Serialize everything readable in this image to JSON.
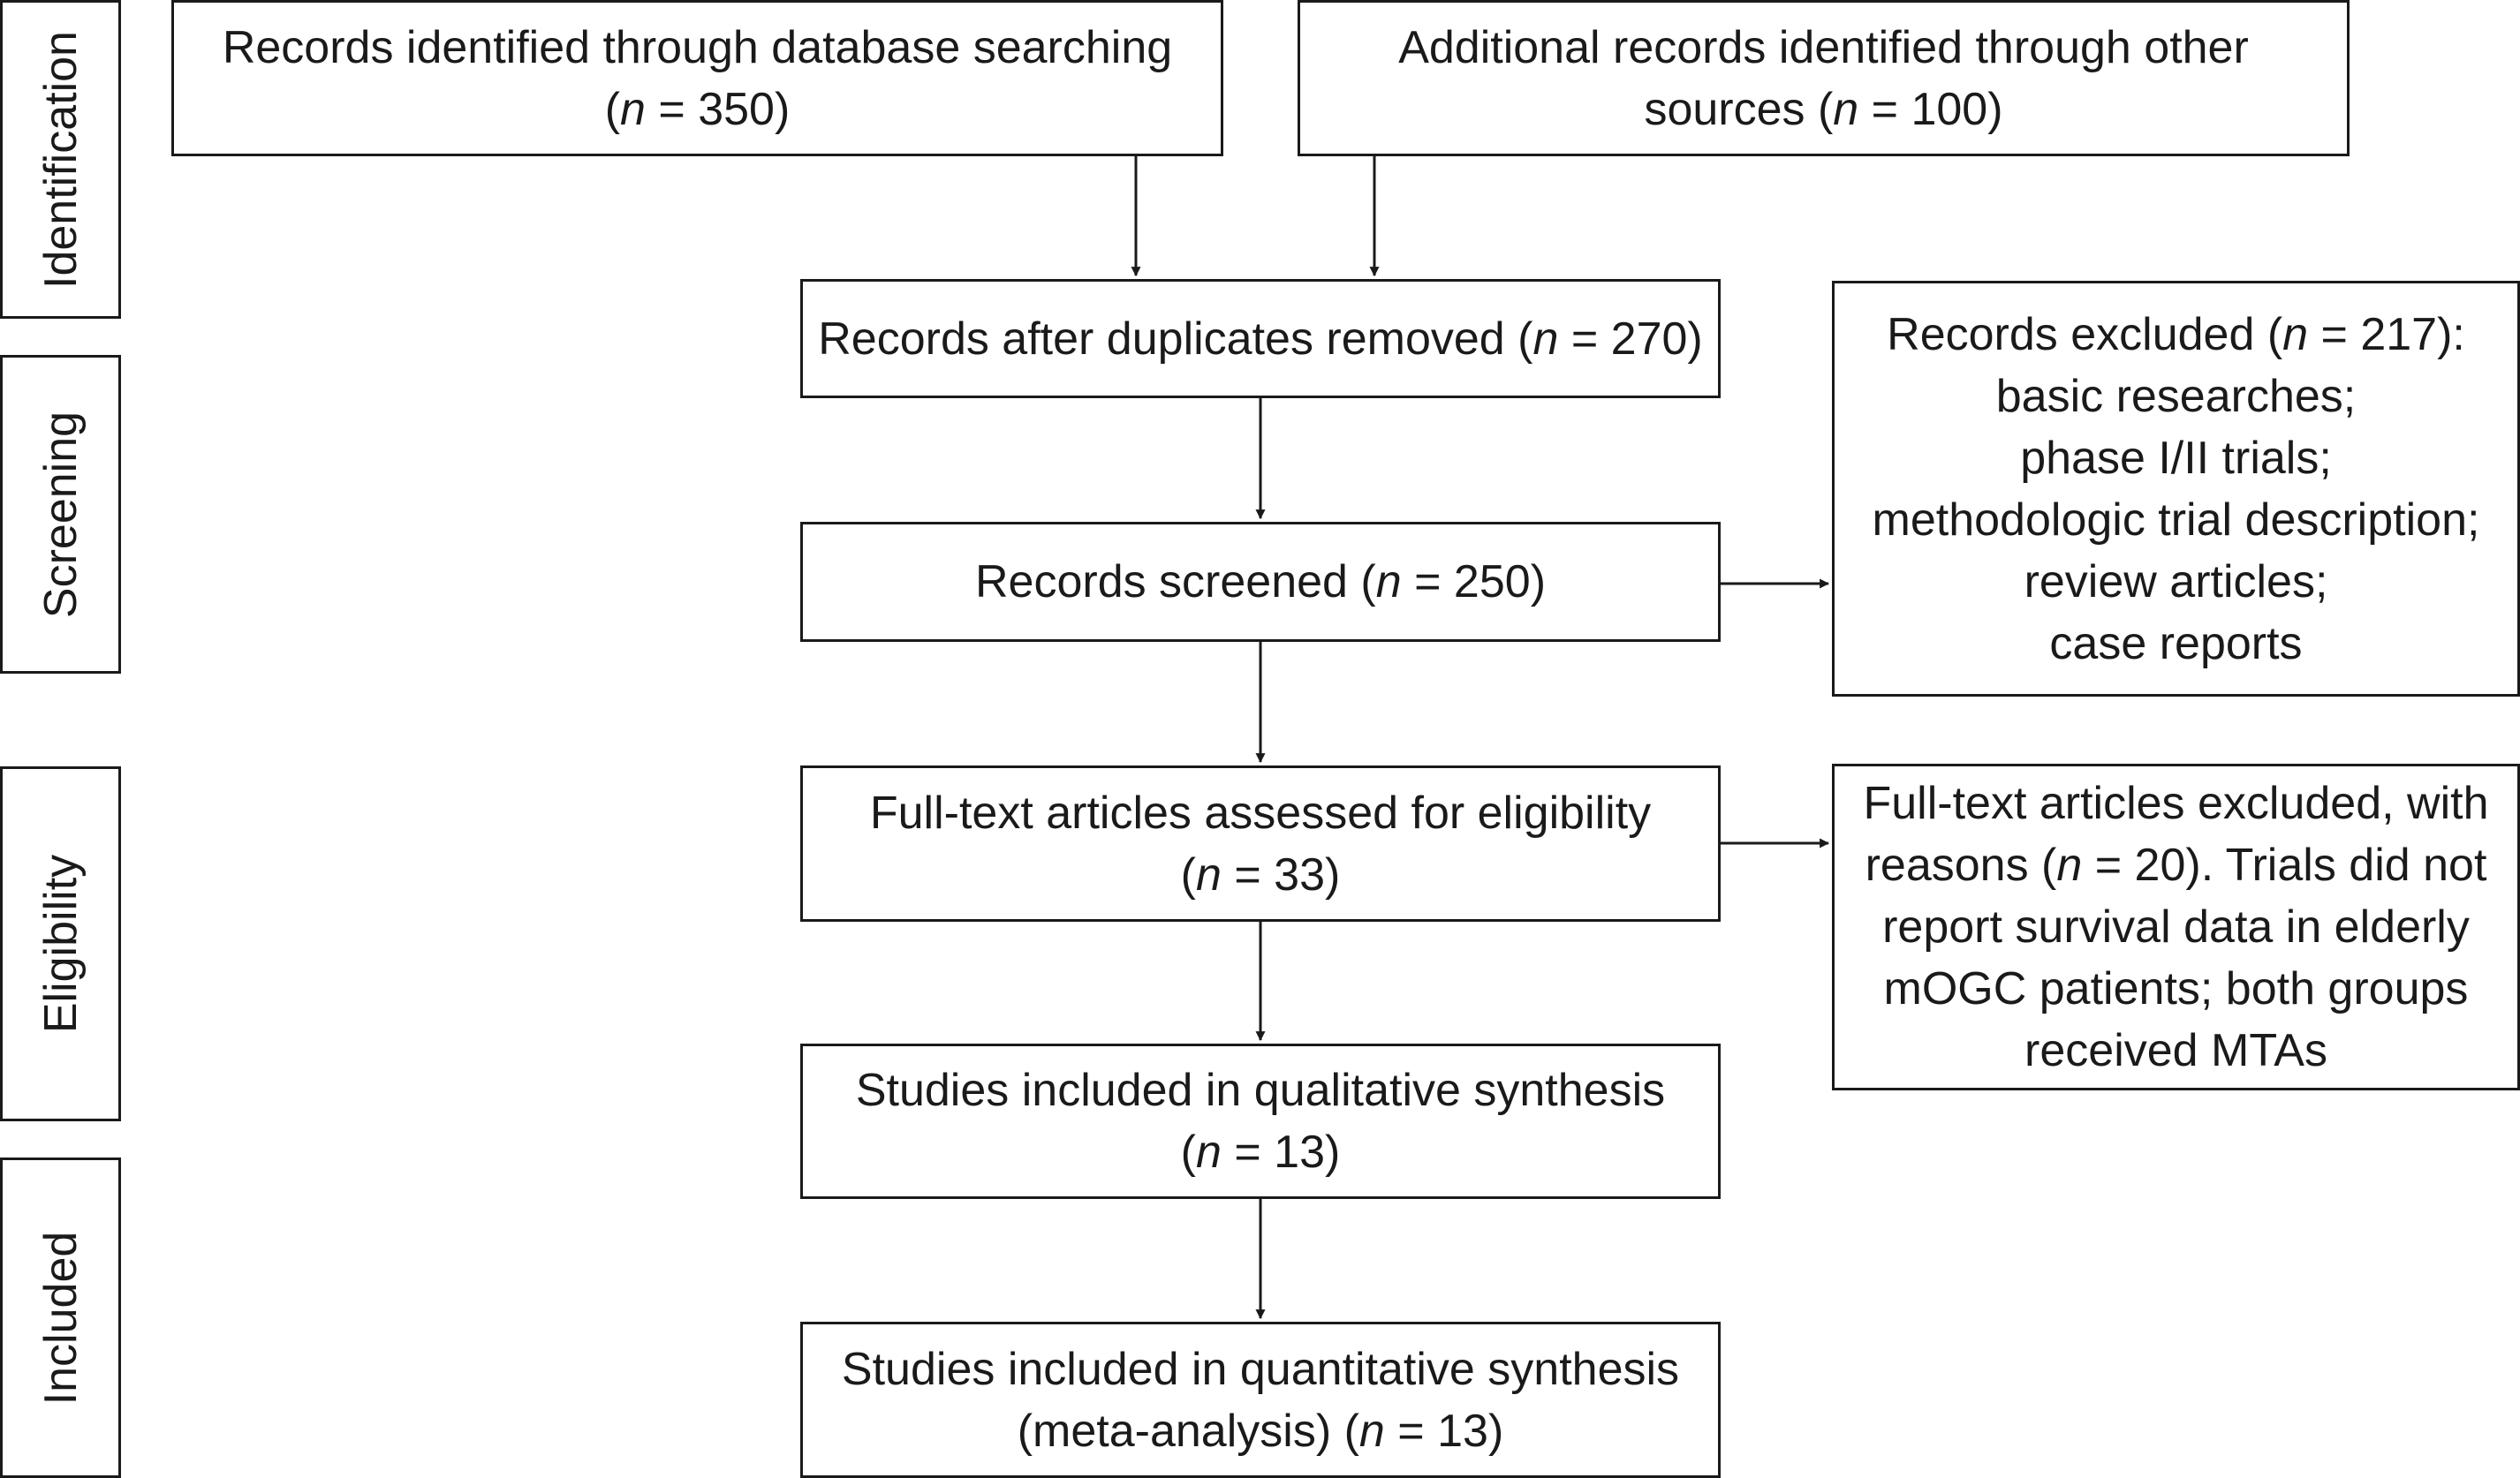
{
  "stages": {
    "identification": "Identification",
    "screening": "Screening",
    "eligibility": "Eligibility",
    "included": "Included"
  },
  "boxes": {
    "db_search": {
      "line1": "Records identified through database searching",
      "pre": "(",
      "n": "n",
      "post": " = 350)"
    },
    "other_sources": {
      "line1": "Additional records identified through other",
      "pre": "sources (",
      "n": "n",
      "post": " = 100)"
    },
    "duplicates_removed": {
      "pre": "Records after duplicates removed (",
      "n": "n",
      "post": " = 270)"
    },
    "screened": {
      "pre": "Records screened (",
      "n": "n",
      "post": " = 250)"
    },
    "excluded": {
      "pre": "Records excluded (",
      "n": "n",
      "post": " = 217):",
      "reasons": [
        "basic researches;",
        "phase I/II trials;",
        "methodologic trial description;",
        "review articles;",
        "case reports"
      ]
    },
    "full_text": {
      "line1": "Full-text articles assessed for eligibility",
      "pre": "(",
      "n": "n",
      "post": " = 33)"
    },
    "full_text_excluded": {
      "line1": "Full-text articles excluded, with",
      "pre": "reasons (",
      "n": "n",
      "post": " = 20). Trials did not",
      "lines": [
        "report survival data in elderly",
        "mOGC patients; both groups",
        "received MTAs"
      ]
    },
    "qualitative": {
      "line1": "Studies included in qualitative synthesis",
      "pre": "(",
      "n": "n",
      "post": " = 13)"
    },
    "quantitative": {
      "line1": "Studies included in quantitative synthesis",
      "pre": "(meta-analysis) (",
      "n": "n",
      "post": " = 13)"
    }
  }
}
